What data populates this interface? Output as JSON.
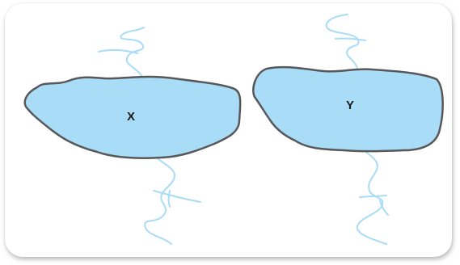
{
  "colors": {
    "blob_fill": "#a8dcf7",
    "blob_stroke": "#58585a",
    "thread": "#a8dcf7",
    "card_background": "#ffffff"
  },
  "blobs": [
    {
      "id": "x",
      "label": "X"
    },
    {
      "id": "y",
      "label": "Y"
    }
  ]
}
